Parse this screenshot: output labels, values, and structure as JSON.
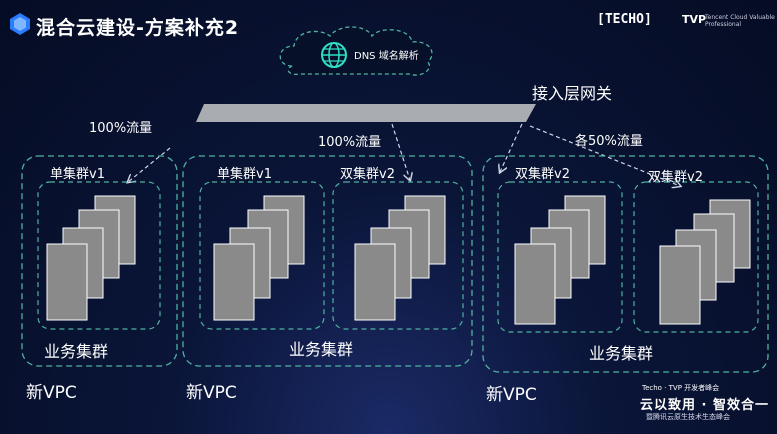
{
  "header": {
    "title": "混合云建设-方案补充2",
    "brand_techo": "[TECHO]",
    "brand_tvp": "TVP",
    "brand_sub": "Tencent Cloud Valuable Professional"
  },
  "dns": {
    "www": "www",
    "label": "DNS 域名解析"
  },
  "gateway": {
    "label": "接入层网关"
  },
  "flows": {
    "left": "100%流量",
    "middle": "100%流量",
    "right": "各50%流量"
  },
  "vpcs": [
    {
      "label": "新VPC",
      "business": "业务集群",
      "clusters": [
        "单集群v1"
      ]
    },
    {
      "label": "新VPC",
      "business": "业务集群",
      "clusters": [
        "单集群v1",
        "双集群v2"
      ]
    },
    {
      "label": "新VPC",
      "business": "业务集群",
      "clusters": [
        "双集群v2",
        "双集群v2"
      ]
    }
  ],
  "footer": {
    "line1": "Techo · TVP 开发者峰会",
    "line2": "云以致用 · 智效合一",
    "line3": "暨腾讯云原生技术生态峰会"
  },
  "colors": {
    "dash": "#4fb2a0",
    "box": "#8a8a8a",
    "bar": "#a9acb0"
  }
}
